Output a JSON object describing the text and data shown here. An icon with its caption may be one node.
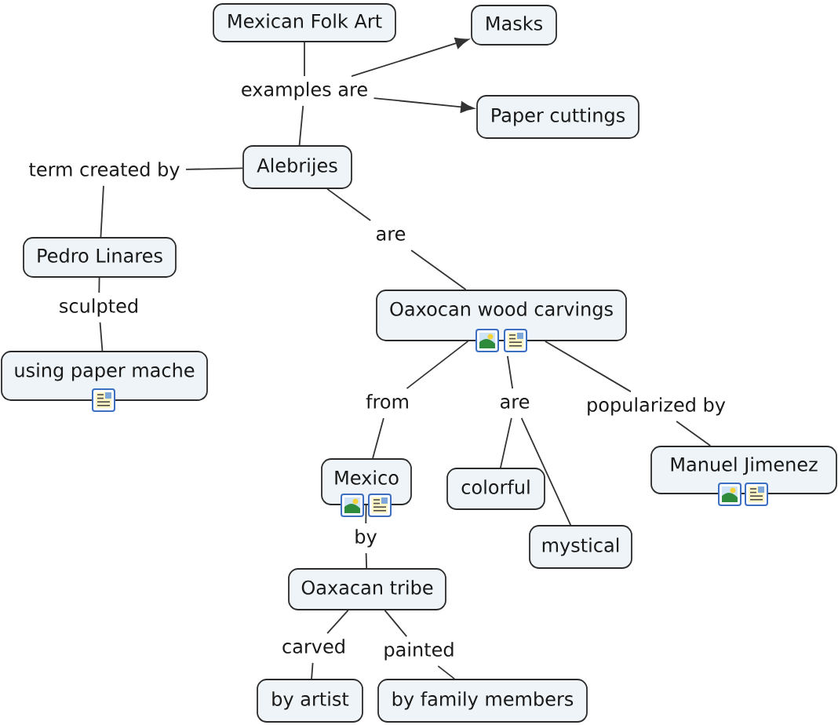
{
  "diagram": {
    "nodes": [
      {
        "text": [
          "Mexican Folk Art"
        ]
      },
      {
        "text": [
          "examples are"
        ]
      },
      {
        "text": [
          "Masks"
        ]
      },
      {
        "text": [
          "Paper cuttings"
        ]
      },
      {
        "text": [
          "Alebrijes"
        ]
      },
      {
        "text": [
          "term created by"
        ]
      },
      {
        "text": [
          "Pedro Linares"
        ]
      },
      {
        "text": [
          "sculpted"
        ]
      },
      {
        "text": [
          "using paper mache"
        ]
      },
      {
        "text": [
          "are"
        ]
      },
      {
        "text": [
          "Oaxocan wood carvings"
        ]
      },
      {
        "text": [
          "from"
        ]
      },
      {
        "text": [
          "are"
        ]
      },
      {
        "text": [
          "popularized by"
        ]
      },
      {
        "text": [
          "Mexico"
        ]
      },
      {
        "text": [
          "colorful"
        ]
      },
      {
        "text": [
          "mystical"
        ]
      },
      {
        "text": [
          "Manuel Jimenez"
        ]
      },
      {
        "text": [
          "by"
        ]
      },
      {
        "text": [
          "Oaxacan tribe"
        ]
      },
      {
        "text": [
          "carved"
        ]
      },
      {
        "text": [
          "painted"
        ]
      },
      {
        "text": [
          "by artist"
        ]
      },
      {
        "text": [
          "by family members"
        ]
      }
    ],
    "edges": [
      {
        "from": 0,
        "to": 1,
        "arrow": "none"
      },
      {
        "from": 1,
        "to": 2,
        "arrow": "to"
      },
      {
        "from": 1,
        "to": 3,
        "arrow": "to"
      },
      {
        "from": 1,
        "to": 4,
        "arrow": "none"
      },
      {
        "from": 4,
        "to": 5,
        "arrow": "none"
      },
      {
        "from": 5,
        "to": 6,
        "arrow": "none"
      },
      {
        "from": 6,
        "to": 7,
        "arrow": "none"
      },
      {
        "from": 7,
        "to": 8,
        "arrow": "none"
      },
      {
        "from": 4,
        "to": 9,
        "arrow": "none"
      },
      {
        "from": 9,
        "to": 10,
        "arrow": "none"
      },
      {
        "from": 10,
        "to": 11,
        "arrow": "none"
      },
      {
        "from": 10,
        "to": 12,
        "arrow": "none"
      },
      {
        "from": 10,
        "to": 13,
        "arrow": "none"
      },
      {
        "from": 11,
        "to": 14,
        "arrow": "none"
      },
      {
        "from": 12,
        "to": 15,
        "arrow": "none"
      },
      {
        "from": 12,
        "to": 16,
        "arrow": "none"
      },
      {
        "from": 13,
        "to": 17,
        "arrow": "none"
      },
      {
        "from": 14,
        "to": 18,
        "arrow": "none"
      },
      {
        "from": 18,
        "to": 19,
        "arrow": "none"
      },
      {
        "from": 19,
        "to": 20,
        "arrow": "none"
      },
      {
        "from": 19,
        "to": 21,
        "arrow": "none"
      },
      {
        "from": 20,
        "to": 22,
        "arrow": "none"
      },
      {
        "from": 21,
        "to": 23,
        "arrow": "none"
      }
    ]
  }
}
